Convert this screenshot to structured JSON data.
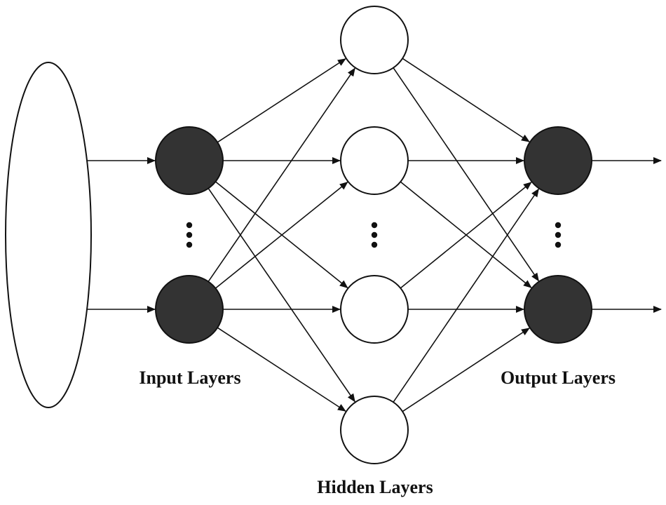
{
  "labels": {
    "input": "Input Layers",
    "hidden": "Hidden Layers",
    "output": "Output Layers"
  },
  "colors": {
    "filled_node": "#333333",
    "empty_node": "#ffffff",
    "stroke": "#111111",
    "background": "#ffffff"
  },
  "layers": [
    {
      "name": "input-ellipse",
      "nodes": 1,
      "filled": false
    },
    {
      "name": "input-layer",
      "nodes": 2,
      "filled": true,
      "ellipsis": true
    },
    {
      "name": "hidden-layer",
      "nodes": 4,
      "filled": false,
      "ellipsis": true
    },
    {
      "name": "output-layer",
      "nodes": 2,
      "filled": true,
      "ellipsis": true
    }
  ]
}
